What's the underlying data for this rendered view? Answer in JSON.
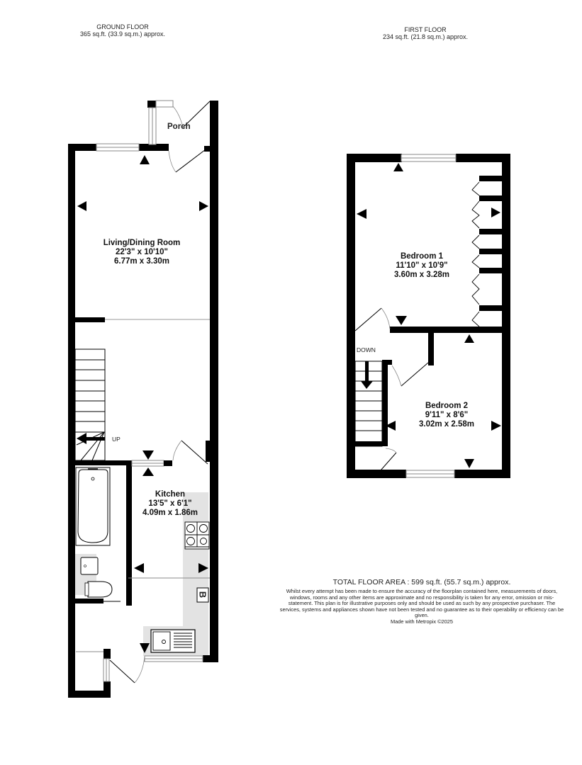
{
  "ground_floor": {
    "title": "GROUND FLOOR",
    "area": "365 sq.ft. (33.9 sq.m.) approx.",
    "rooms": [
      {
        "name": "Porch"
      },
      {
        "name": "Living/Dining Room",
        "imperial": "22'3\"  x 10'10\"",
        "metric": "6.77m  x 3.30m"
      },
      {
        "name": "Kitchen",
        "imperial": "13'5\"  x 6'1\"",
        "metric": "4.09m  x 1.86m"
      }
    ],
    "stairs_label": "UP",
    "boiler_label": "B"
  },
  "first_floor": {
    "title": "FIRST FLOOR",
    "area": "234 sq.ft. (21.8 sq.m.) approx.",
    "rooms": [
      {
        "name": "Bedroom 1",
        "imperial": "11'10\"  x 10'9\"",
        "metric": "3.60m  x 3.28m"
      },
      {
        "name": "Bedroom 2",
        "imperial": "9'11\"  x 8'6\"",
        "metric": "3.02m  x 2.58m"
      }
    ],
    "stairs_label": "DOWN"
  },
  "footer": {
    "total": "TOTAL FLOOR AREA : 599 sq.ft. (55.7 sq.m.) approx.",
    "disclaimer": "Whilst every attempt has been made to ensure the accuracy of the floorplan contained here, measurements of doors, windows, rooms and any other items are approximate and no responsibility is taken for any error, omission or mis-statement. This plan is for illustrative purposes only and should be used as such by any prospective purchaser. The services, systems and appliances shown have not been tested and no guarantee as to their operability or efficiency can be given.",
    "made_with": "Made with Metropix ©2025"
  },
  "colors": {
    "wall": "#000000",
    "fitted_units": "#e3e3e3",
    "window_line": "#888888"
  }
}
